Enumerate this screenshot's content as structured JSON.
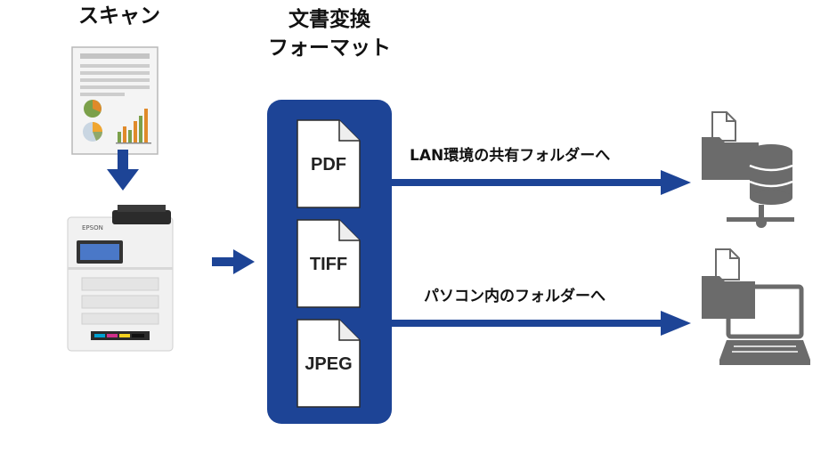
{
  "headings": {
    "scan": "スキャン",
    "format_line1": "文書変換",
    "format_line2": "フォーマット"
  },
  "formats": [
    "PDF",
    "TIFF",
    "JPEG"
  ],
  "destinations": [
    {
      "label": "LAN環境の共有フォルダーへ",
      "icon": "server-folder-icon"
    },
    {
      "label": "パソコン内のフォルダーへ",
      "icon": "laptop-folder-icon"
    }
  ],
  "printer": {
    "brand": "EPSON"
  },
  "colors": {
    "accent": "#1d4496",
    "icon_gray": "#6b6b6b"
  }
}
